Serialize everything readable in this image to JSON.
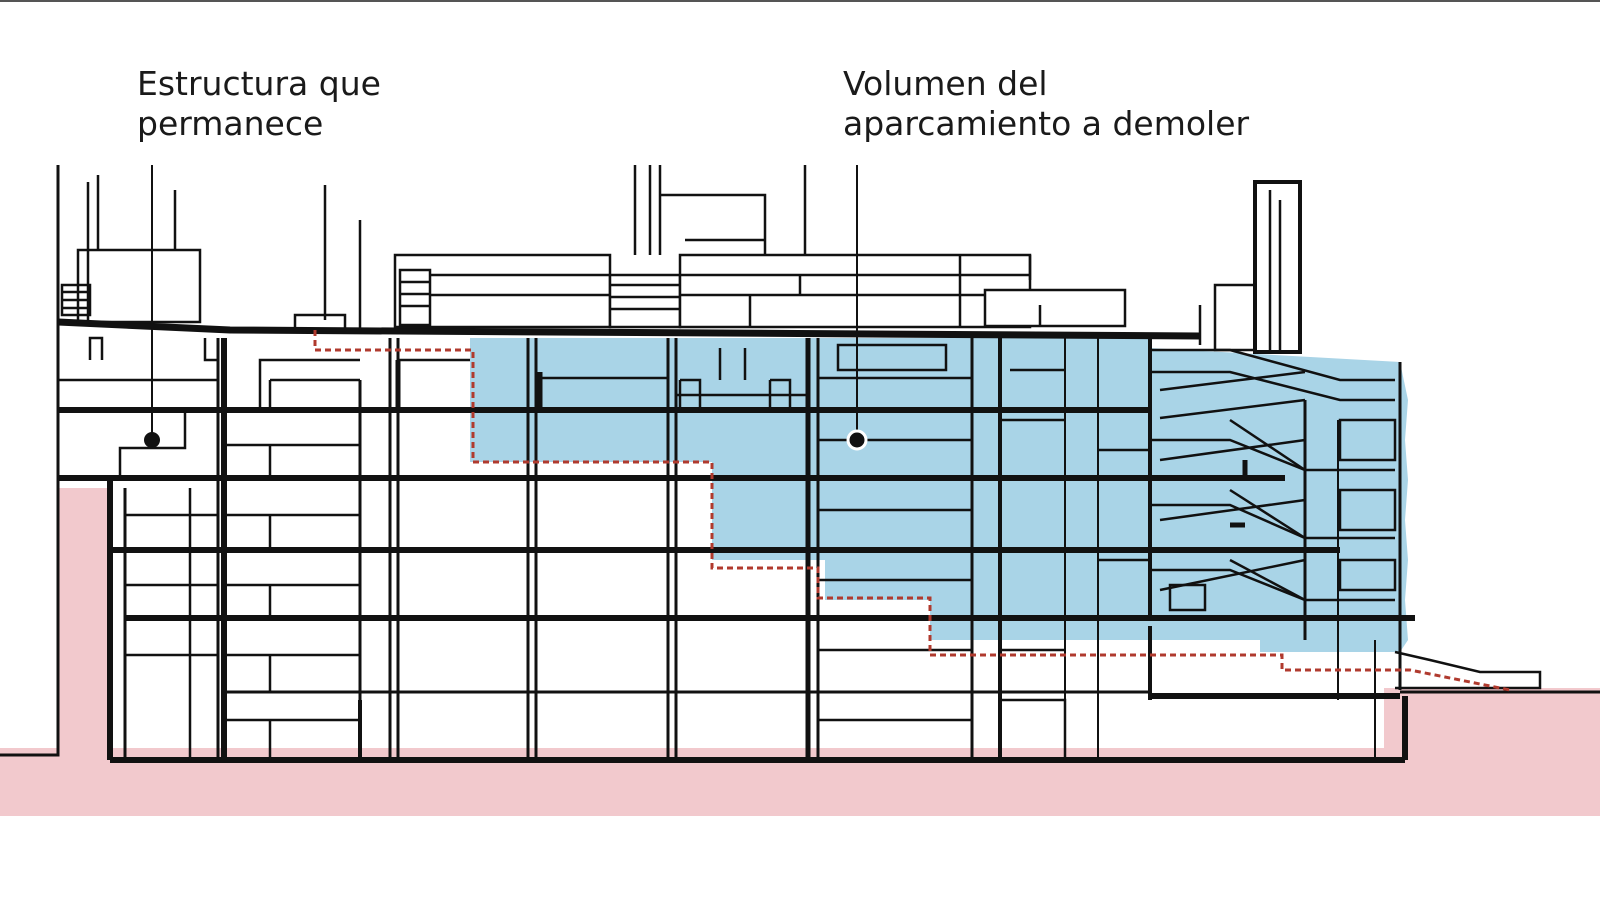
{
  "labels": {
    "remain": {
      "line1": "Estructura que",
      "line2": "permanece"
    },
    "demolish": {
      "line1": "Volumen del",
      "line2": "aparcamiento a demoler"
    }
  },
  "colors": {
    "demolish_fill": "#a9d4e7",
    "ground_fill": "#f2c9cd",
    "line": "#111111",
    "boundary": "#b03a2e"
  }
}
